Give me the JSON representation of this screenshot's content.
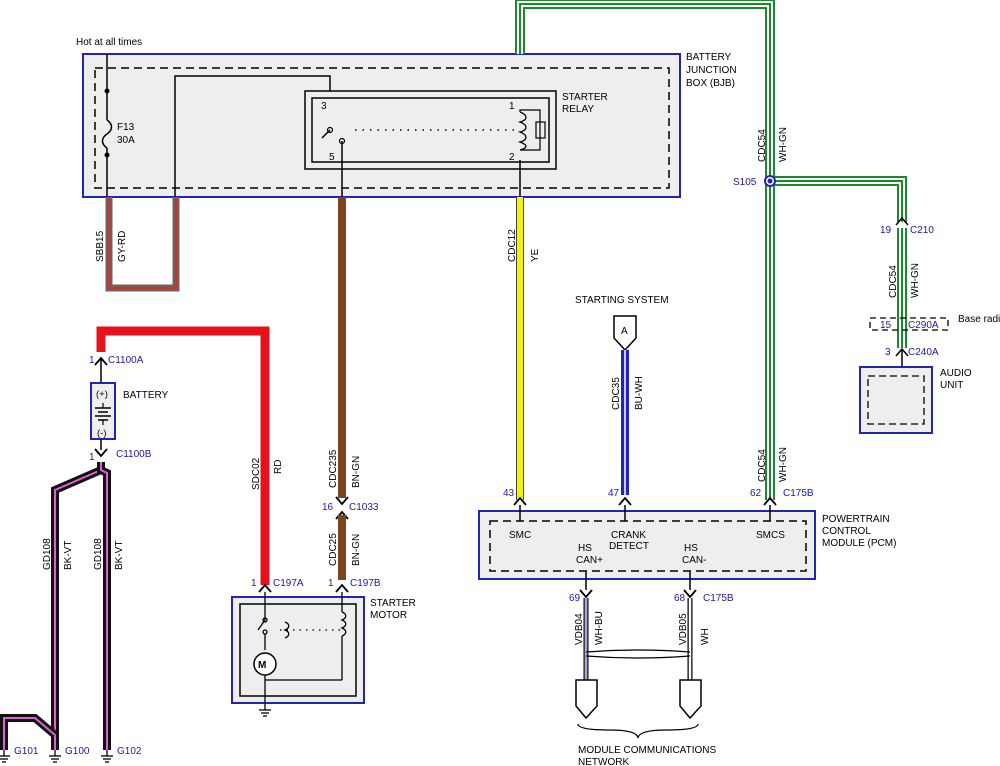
{
  "hot_label": "Hot at all times",
  "bjb": {
    "label1": "BATTERY",
    "label2": "JUNCTION",
    "label3": "BOX (BJB)"
  },
  "fuse": {
    "id": "F13",
    "rating": "30A"
  },
  "starter_relay": {
    "label1": "STARTER",
    "label2": "RELAY",
    "pin1": "1",
    "pin2": "2",
    "pin3": "3",
    "pin5": "5"
  },
  "sbb15": {
    "circuit": "SBB15",
    "color": "GY-RD"
  },
  "cdc12": {
    "circuit": "CDC12",
    "color": "YE"
  },
  "cdc54_top": {
    "circuit": "CDC54",
    "color": "WH-GN"
  },
  "splice": "S105",
  "c210": {
    "pin": "19",
    "name": "C210"
  },
  "cdc54_radio": {
    "circuit": "CDC54",
    "color": "WH-GN"
  },
  "c290a": {
    "pin": "15",
    "name": "C290A",
    "note": "Base radio"
  },
  "c240a": {
    "pin": "3",
    "name": "C240A"
  },
  "audio_unit": {
    "label1": "AUDIO",
    "label2": "UNIT"
  },
  "c1100a": {
    "pin": "1",
    "name": "C1100A"
  },
  "battery": {
    "label": "BATTERY",
    "plus": "(+)",
    "minus": "(-)"
  },
  "c1100b": {
    "pin": "1",
    "name": "C1100B"
  },
  "sdc02": {
    "circuit": "SDC02",
    "color": "RD"
  },
  "cdc235": {
    "circuit": "CDC235",
    "color": "BN-GN"
  },
  "c1033": {
    "pin": "16",
    "name": "C1033"
  },
  "cdc25": {
    "circuit": "CDC25",
    "color": "BN-GN"
  },
  "c197a": {
    "pin": "1",
    "name": "C197A"
  },
  "c197b": {
    "pin": "1",
    "name": "C197B"
  },
  "starter_motor": {
    "label1": "STARTER",
    "label2": "MOTOR"
  },
  "gd108_left": {
    "circuit": "GD108",
    "color": "BK-VT"
  },
  "gd108_right": {
    "circuit": "GD108",
    "color": "BK-VT"
  },
  "grounds": {
    "g101": "G101",
    "g100": "G100",
    "g102": "G102"
  },
  "starting_system": {
    "label": "STARTING SYSTEM",
    "ref": "A"
  },
  "cdc35": {
    "circuit": "CDC35",
    "color": "BU-WH"
  },
  "pcm": {
    "label1": "POWERTRAIN",
    "label2": "CONTROL",
    "label3": "MODULE (PCM)",
    "pin43": "43",
    "pin47": "47",
    "pin62": "62",
    "connector_top": "C175B",
    "smc": "SMC",
    "crank1": "CRANK",
    "crank2": "DETECT",
    "smcs": "SMCS",
    "hscanp1": "HS",
    "hscanp2": "CAN+",
    "hscann1": "HS",
    "hscann2": "CAN-",
    "pin69": "69",
    "pin68": "68",
    "connector_bottom": "C175B"
  },
  "cdc54_pcm": {
    "circuit": "CDC54",
    "color": "WH-GN"
  },
  "vdb04": {
    "circuit": "VDB04",
    "color": "WH-BU"
  },
  "vdb05": {
    "circuit": "VDB05",
    "color": "WH"
  },
  "network": {
    "label1": "MODULE COMMUNICATIONS",
    "label2": "NETWORK"
  },
  "colors": {
    "red": "#e4131b",
    "yellow": "#f2f20a",
    "brown": "#7a4420",
    "blue": "#2323b4",
    "pink": "#e060d0",
    "green": "#1a8a2a",
    "grayred": "#d03030",
    "box_border": "#2323b4",
    "box_fill": "#eeeeee"
  }
}
